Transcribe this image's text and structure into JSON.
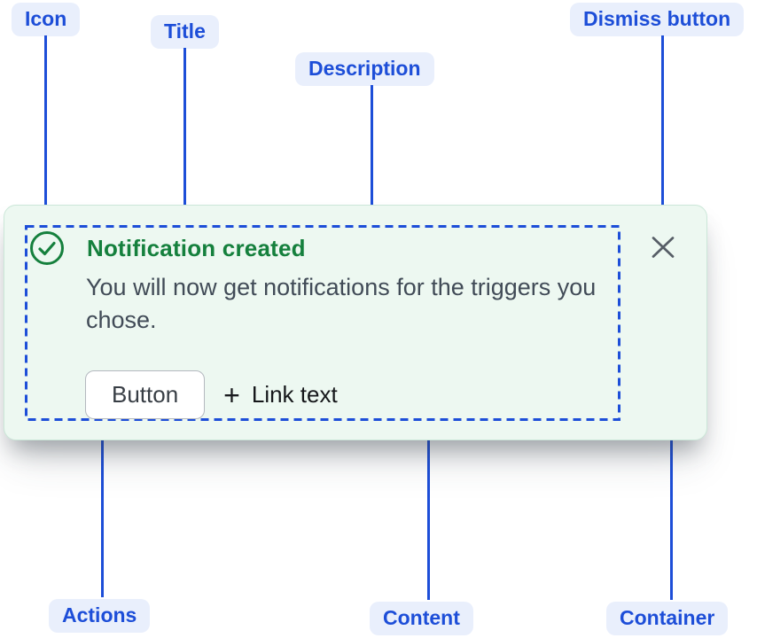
{
  "annotations": {
    "icon": {
      "label": "Icon"
    },
    "title": {
      "label": "Title"
    },
    "description": {
      "label": "Description"
    },
    "dismiss": {
      "label": "Dismiss button"
    },
    "actions": {
      "label": "Actions"
    },
    "content": {
      "label": "Content"
    },
    "container": {
      "label": "Container"
    }
  },
  "notification": {
    "variant": "success",
    "title": "Notification created",
    "description": "You will now get notifications for the triggers you chose.",
    "actions": {
      "button_label": "Button",
      "link_icon": "+",
      "link_label": "Link text"
    },
    "icons": {
      "status": "check-circle-icon",
      "link_prefix": "plus-icon",
      "dismiss": "close-icon"
    }
  },
  "colors": {
    "annotation_blue": "#1d4ed8",
    "annotation_pill_bg": "#e9effc",
    "success_green": "#15803d",
    "container_bg": "#edf8f1",
    "container_border": "#cbe7d8",
    "description_text": "#414b57",
    "dismiss_gray": "#565d66",
    "button_border": "#b4b8bf"
  }
}
